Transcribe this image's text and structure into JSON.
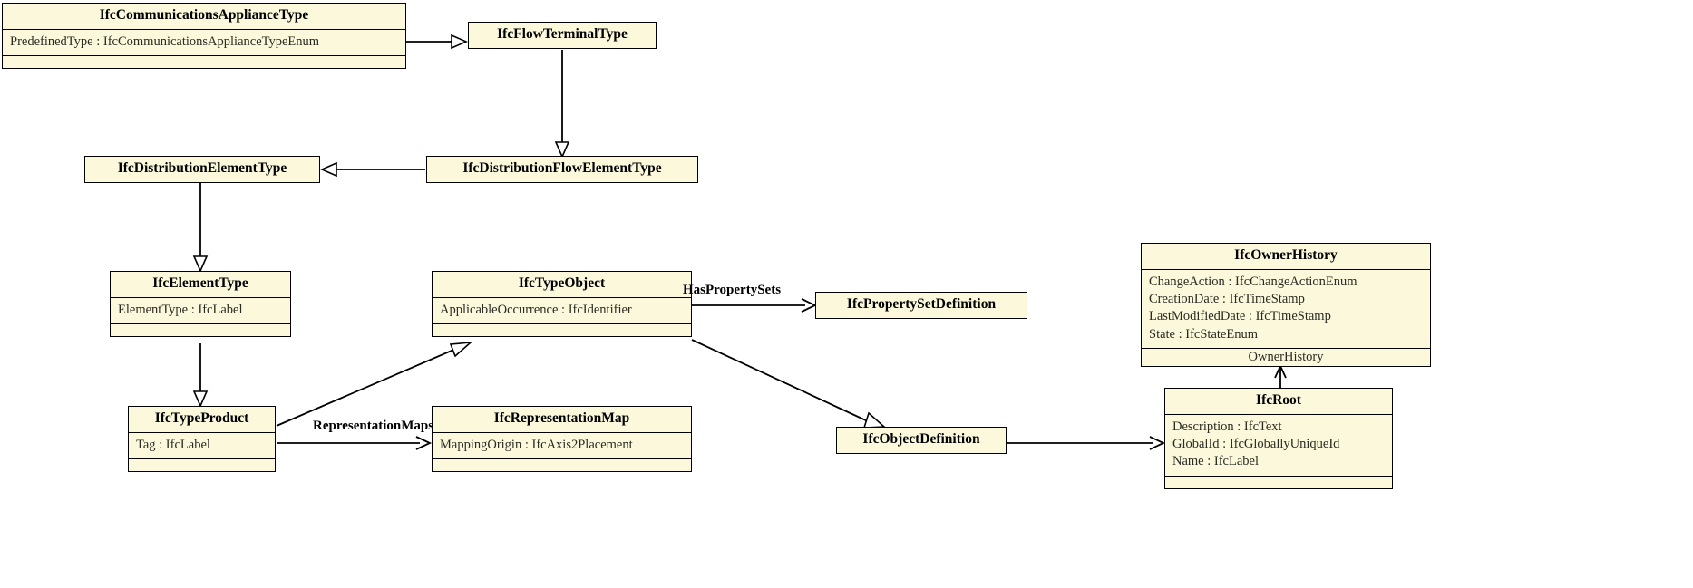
{
  "diagram": {
    "type": "uml-class-diagram",
    "title": "IFC Type Object Inheritance Diagram",
    "colors": {
      "class_fill": "#fbf8dc",
      "class_border": "#000000",
      "line": "#000000",
      "background": "#ffffff",
      "text": "#000000",
      "attribute_text": "#2b2b22"
    }
  },
  "classes": [
    {
      "id": "IfcCommunicationsApplianceType",
      "name": "IfcCommunicationsApplianceType",
      "attributes": [
        "PredefinedType : IfcCommunicationsApplianceTypeEnum"
      ],
      "operations": []
    },
    {
      "id": "IfcFlowTerminalType",
      "name": "IfcFlowTerminalType",
      "attributes": [],
      "operations": []
    },
    {
      "id": "IfcDistributionElementType",
      "name": "IfcDistributionElementType",
      "attributes": [],
      "operations": []
    },
    {
      "id": "IfcDistributionFlowElementType",
      "name": "IfcDistributionFlowElementType",
      "attributes": [],
      "operations": []
    },
    {
      "id": "IfcElementType",
      "name": "IfcElementType",
      "attributes": [
        "ElementType : IfcLabel"
      ],
      "operations": []
    },
    {
      "id": "IfcTypeObject",
      "name": "IfcTypeObject",
      "attributes": [
        "ApplicableOccurrence : IfcIdentifier"
      ],
      "operations": []
    },
    {
      "id": "IfcPropertySetDefinition",
      "name": "IfcPropertySetDefinition",
      "attributes": [],
      "operations": []
    },
    {
      "id": "IfcOwnerHistory",
      "name": "IfcOwnerHistory",
      "attributes": [
        "ChangeAction : IfcChangeActionEnum",
        "CreationDate : IfcTimeStamp",
        "LastModifiedDate : IfcTimeStamp",
        "State : IfcStateEnum"
      ],
      "operations": [
        "OwnerHistory"
      ]
    },
    {
      "id": "IfcTypeProduct",
      "name": "IfcTypeProduct",
      "attributes": [
        "Tag : IfcLabel"
      ],
      "operations": []
    },
    {
      "id": "IfcRepresentationMap",
      "name": "IfcRepresentationMap",
      "attributes": [
        "MappingOrigin : IfcAxis2Placement"
      ],
      "operations": []
    },
    {
      "id": "IfcObjectDefinition",
      "name": "IfcObjectDefinition",
      "attributes": [],
      "operations": []
    },
    {
      "id": "IfcRoot",
      "name": "IfcRoot",
      "attributes": [
        "Description : IfcText",
        "GlobalId : IfcGloballyUniqueId",
        "Name : IfcLabel"
      ],
      "operations": []
    }
  ],
  "relationships": [
    {
      "id": "rel-comm-flowterminal",
      "from": "IfcCommunicationsApplianceType",
      "to": "IfcFlowTerminalType",
      "kind": "generalization",
      "label": ""
    },
    {
      "id": "rel-flowterminal-distflow",
      "from": "IfcFlowTerminalType",
      "to": "IfcDistributionFlowElementType",
      "kind": "generalization",
      "label": ""
    },
    {
      "id": "rel-distflow-distelem",
      "from": "IfcDistributionFlowElementType",
      "to": "IfcDistributionElementType",
      "kind": "generalization",
      "label": ""
    },
    {
      "id": "rel-distelem-elemtype",
      "from": "IfcDistributionElementType",
      "to": "IfcElementType",
      "kind": "generalization",
      "label": ""
    },
    {
      "id": "rel-elemtype-typeproduct",
      "from": "IfcElementType",
      "to": "IfcTypeProduct",
      "kind": "generalization",
      "label": ""
    },
    {
      "id": "rel-typeproduct-typeobject",
      "from": "IfcTypeProduct",
      "to": "IfcTypeObject",
      "kind": "generalization",
      "label": ""
    },
    {
      "id": "rel-typeobject-propset",
      "from": "IfcTypeObject",
      "to": "IfcPropertySetDefinition",
      "kind": "association",
      "label": "HasPropertySets"
    },
    {
      "id": "rel-typeproduct-repmap",
      "from": "IfcTypeProduct",
      "to": "IfcRepresentationMap",
      "kind": "association",
      "label": "RepresentationMaps"
    },
    {
      "id": "rel-typeobject-objdef",
      "from": "IfcTypeObject",
      "to": "IfcObjectDefinition",
      "kind": "generalization",
      "label": ""
    },
    {
      "id": "rel-objdef-root",
      "from": "IfcObjectDefinition",
      "to": "IfcRoot",
      "kind": "generalization",
      "label": ""
    },
    {
      "id": "rel-root-ownerhistory",
      "from": "IfcRoot",
      "to": "IfcOwnerHistory",
      "kind": "association",
      "label": "OwnerHistory"
    }
  ]
}
